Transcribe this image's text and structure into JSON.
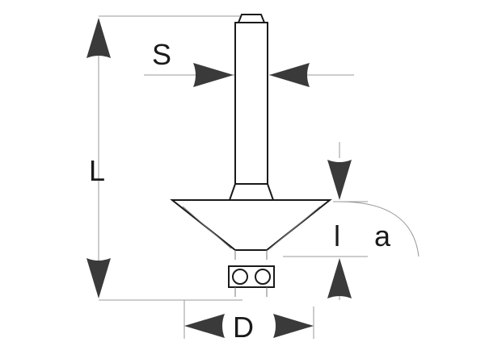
{
  "labels": {
    "shank_diameter": "S",
    "overall_length": "L",
    "cutting_diameter": "D",
    "cutting_length": "l",
    "angle": "a"
  },
  "colors": {
    "outline": "#1a1a1a",
    "arrow": "#3a3a3a",
    "extension_line": "#9a9a9a"
  }
}
